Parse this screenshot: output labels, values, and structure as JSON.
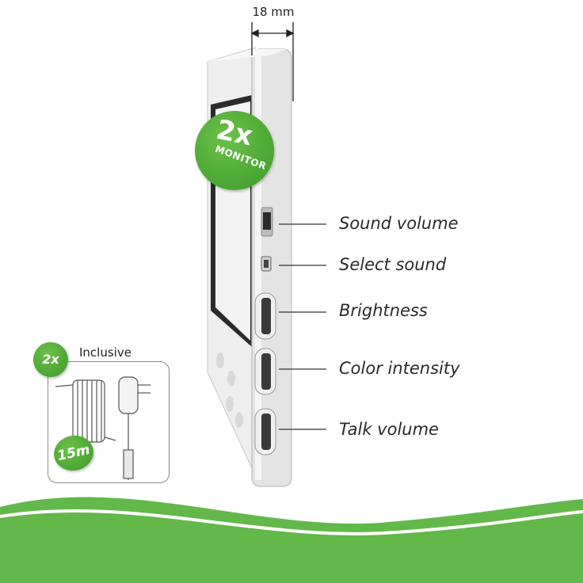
{
  "dimension": {
    "label": "18 mm"
  },
  "badges": {
    "monitor_count": "2x",
    "monitor_label": "MONITOR",
    "inclusive_count": "2x",
    "cable_length": "15m"
  },
  "inclusive": {
    "label": "Inclusive"
  },
  "callouts": [
    {
      "label": "Sound volume"
    },
    {
      "label": "Select sound"
    },
    {
      "label": "Brightness"
    },
    {
      "label": "Color intensity"
    },
    {
      "label": "Talk volume"
    }
  ],
  "colors": {
    "accent_green": "#4caf3a",
    "device_body": "#e6e6e6",
    "screen_dark": "#2b2b2b"
  }
}
